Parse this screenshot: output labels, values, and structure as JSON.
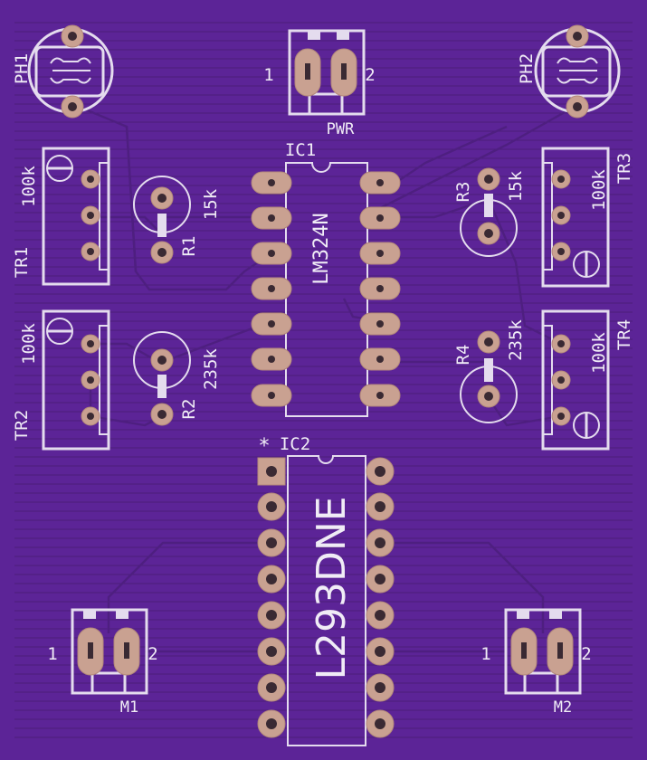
{
  "colors": {
    "board": "#5c2497",
    "silkscreen": "#e4dcee",
    "pad": "#c9a191",
    "drill": "#3a2a33",
    "background": "#000000"
  },
  "labels": {
    "ph1": "PH1",
    "ph2": "PH2",
    "pwr": "PWR",
    "pwr_pin1": "1",
    "pwr_pin2": "2",
    "ic1": "IC1",
    "ic1_part": "LM324N",
    "ic2": "IC2",
    "ic2_star": "*",
    "ic2_part": "L293DNE",
    "tr1": "TR1",
    "tr1_value": "100k",
    "tr2": "TR2",
    "tr2_value": "100k",
    "tr3": "TR3",
    "tr3_value": "100k",
    "tr4": "TR4",
    "tr4_value": "100k",
    "r1": "R1",
    "r1_value": "15k",
    "r2": "R2",
    "r2_value": "235k",
    "r3": "R3",
    "r3_value": "15k",
    "r4": "R4",
    "r4_value": "235k",
    "m1": "M1",
    "m1_pin1": "1",
    "m1_pin2": "2",
    "m2": "M2",
    "m2_pin1": "1",
    "m2_pin2": "2"
  }
}
